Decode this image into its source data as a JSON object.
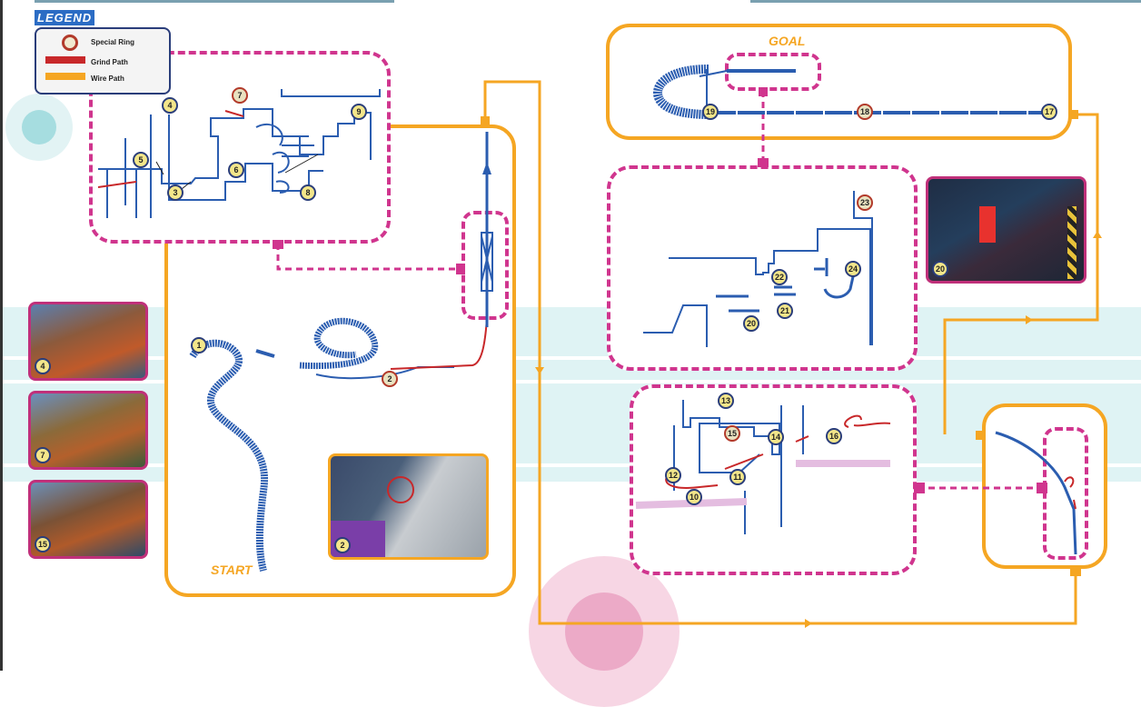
{
  "legend": {
    "title": "LEGEND",
    "items": [
      {
        "label": "Special Ring",
        "icon": "ring-icon"
      },
      {
        "label": "Grind Path",
        "color": "#c8282a"
      },
      {
        "label": "Wire Path",
        "color": "#f5a623"
      }
    ]
  },
  "labels": {
    "start": "START",
    "goal": "GOAL"
  },
  "markers": {
    "m1": "1",
    "m2": "2",
    "m3": "3",
    "m4": "4",
    "m5": "5",
    "m6": "6",
    "m7": "7",
    "m8": "8",
    "m9": "9",
    "m10": "10",
    "m11": "11",
    "m12": "12",
    "m13": "13",
    "m14": "14",
    "m15": "15",
    "m16": "16",
    "m17": "17",
    "m18": "18",
    "m19": "19",
    "m20": "20",
    "m21": "21",
    "m22": "22",
    "m23": "23",
    "m24": "24"
  },
  "screenshots": {
    "s4": "4",
    "s7": "7",
    "s15": "15",
    "s2": "2",
    "s20": "20"
  },
  "colors": {
    "wire": "#f5a623",
    "grind": "#c8282a",
    "track": "#2b5db0",
    "dash": "#d0358e",
    "stripe": "#d6f0f2"
  }
}
